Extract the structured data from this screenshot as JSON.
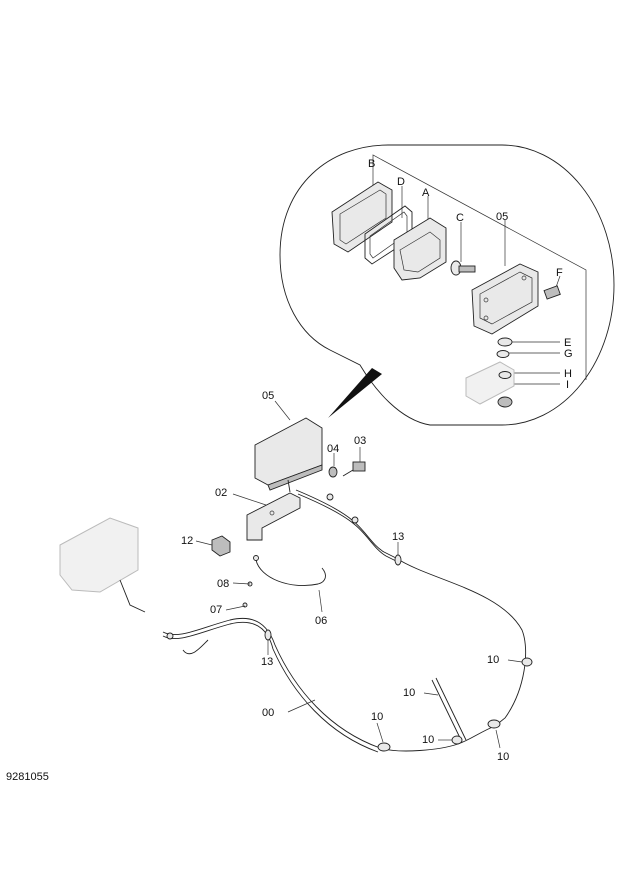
{
  "figure": {
    "reference_number": "9281055",
    "detail_callouts": [
      "B",
      "D",
      "A",
      "C",
      "05",
      "F",
      "E",
      "G",
      "H",
      "I"
    ],
    "main_callouts": [
      "05",
      "04",
      "03",
      "02",
      "12",
      "08",
      "07",
      "06",
      "13",
      "13",
      "10",
      "10",
      "10",
      "10",
      "10",
      "00"
    ]
  }
}
